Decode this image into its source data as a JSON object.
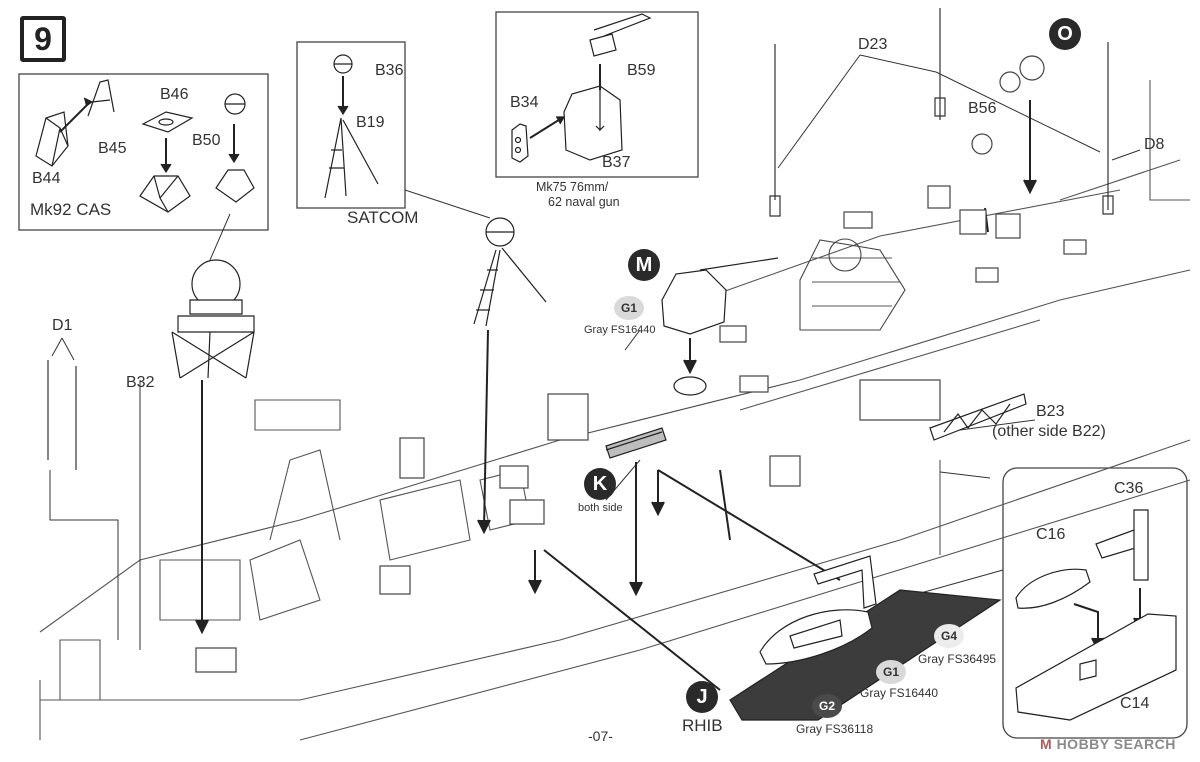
{
  "step": "9",
  "page_number": "-07-",
  "watermark": {
    "brand": "HOBBY SEARCH",
    "mark": "M"
  },
  "inset_cas": {
    "parts": [
      "B44",
      "B45",
      "B46",
      "B50"
    ],
    "title": "Mk92 CAS"
  },
  "inset_satcom": {
    "parts": [
      "B36",
      "B19"
    ],
    "title": "SATCOM"
  },
  "inset_gun": {
    "parts": [
      "B34",
      "B59",
      "B37"
    ],
    "caption_line1": "Mk75 76mm/",
    "caption_line2": "62 naval gun"
  },
  "inset_rhib": {
    "parts": [
      "C36",
      "C16",
      "C14"
    ]
  },
  "labels": {
    "d23": "D23",
    "d8": "D8",
    "d1": "D1",
    "b56": "B56",
    "b32": "B32",
    "b23": "B23",
    "b23_note": "(other side B22)",
    "rhib": "RHIB"
  },
  "markers": {
    "o": "O",
    "m": "M",
    "k": "K",
    "j": "J",
    "k_note": "both side"
  },
  "paints": [
    {
      "code": "G1",
      "name": "Gray FS16440",
      "color": "#d9d9d9",
      "text": "#333333"
    },
    {
      "code": "G1",
      "name": "Gray FS16440",
      "color": "#d9d9d9",
      "text": "#333333"
    },
    {
      "code": "G4",
      "name": "Gray FS36495",
      "color": "#ececec",
      "text": "#333333"
    },
    {
      "code": "G2",
      "name": "Gray FS36118",
      "color": "#4a4a4a",
      "text": "#ffffff"
    }
  ]
}
